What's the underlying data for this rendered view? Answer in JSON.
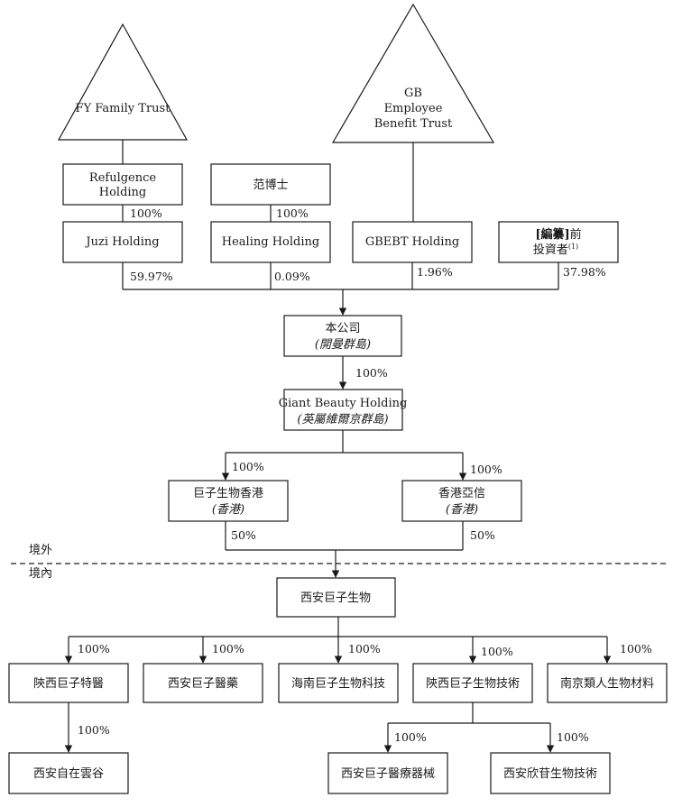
{
  "trusts": {
    "fy": "FY Family Trust",
    "gb": [
      "GB",
      "Employee",
      "Benefit Trust"
    ]
  },
  "entities": {
    "refulgence": [
      "Refulgence",
      "Holding"
    ],
    "fan": "范博士",
    "juzi": "Juzi Holding",
    "healing": "Healing Holding",
    "gbebt": "GBEBT Holding",
    "investors_bracket": "[編纂]",
    "investors_line1_rest": "前",
    "investors_line2": "投資者",
    "investors_note": "(1)",
    "company": "本公司",
    "company_sub": "(開曼群島)",
    "giant": "Giant Beauty Holding",
    "giant_sub": "(英屬維爾京群島)",
    "hk1": "巨子生物香港",
    "hk1_sub": "(香港)",
    "hk2": "香港亞信",
    "hk2_sub": "(香港)",
    "xian": "西安巨子生物",
    "s1": "陝西巨子特醫",
    "s2": "西安巨子醫藥",
    "s3": "海南巨子生物科技",
    "s4": "陝西巨子生物技術",
    "s5": "南京類人生物材料",
    "s1c": "西安自在雲谷",
    "s4c1": "西安巨子醫療器械",
    "s4c2": "西安欣苷生物技術"
  },
  "percentages": {
    "refulgence_juzi": "100%",
    "fan_healing": "100%",
    "juzi": "59.97%",
    "healing": "0.09%",
    "gbebt": "1.96%",
    "investors": "37.98%",
    "company_giant": "100%",
    "giant_hk1": "100%",
    "giant_hk2": "100%",
    "hk1_xian": "50%",
    "hk2_xian": "50%",
    "xian_s1": "100%",
    "xian_s2": "100%",
    "xian_s3": "100%",
    "xian_s4": "100%",
    "xian_s5": "100%",
    "s1_s1c": "100%",
    "s4_c1": "100%",
    "s4_c2": "100%"
  },
  "boundary": {
    "outside": "境外",
    "inside": "境內"
  }
}
